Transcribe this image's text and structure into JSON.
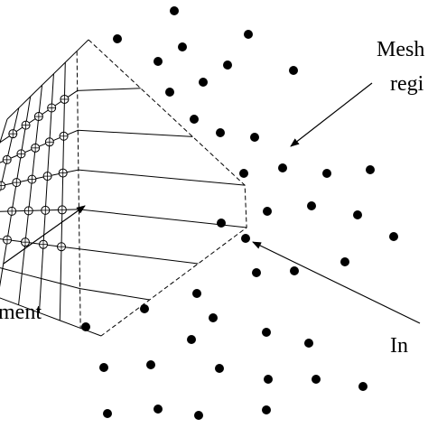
{
  "labels": {
    "mesh_region_line1": "Mesh",
    "mesh_region_line2": "regi",
    "element": "ment",
    "interface": "In"
  },
  "colors": {
    "ink": "#000000",
    "background": "#ffffff"
  }
}
